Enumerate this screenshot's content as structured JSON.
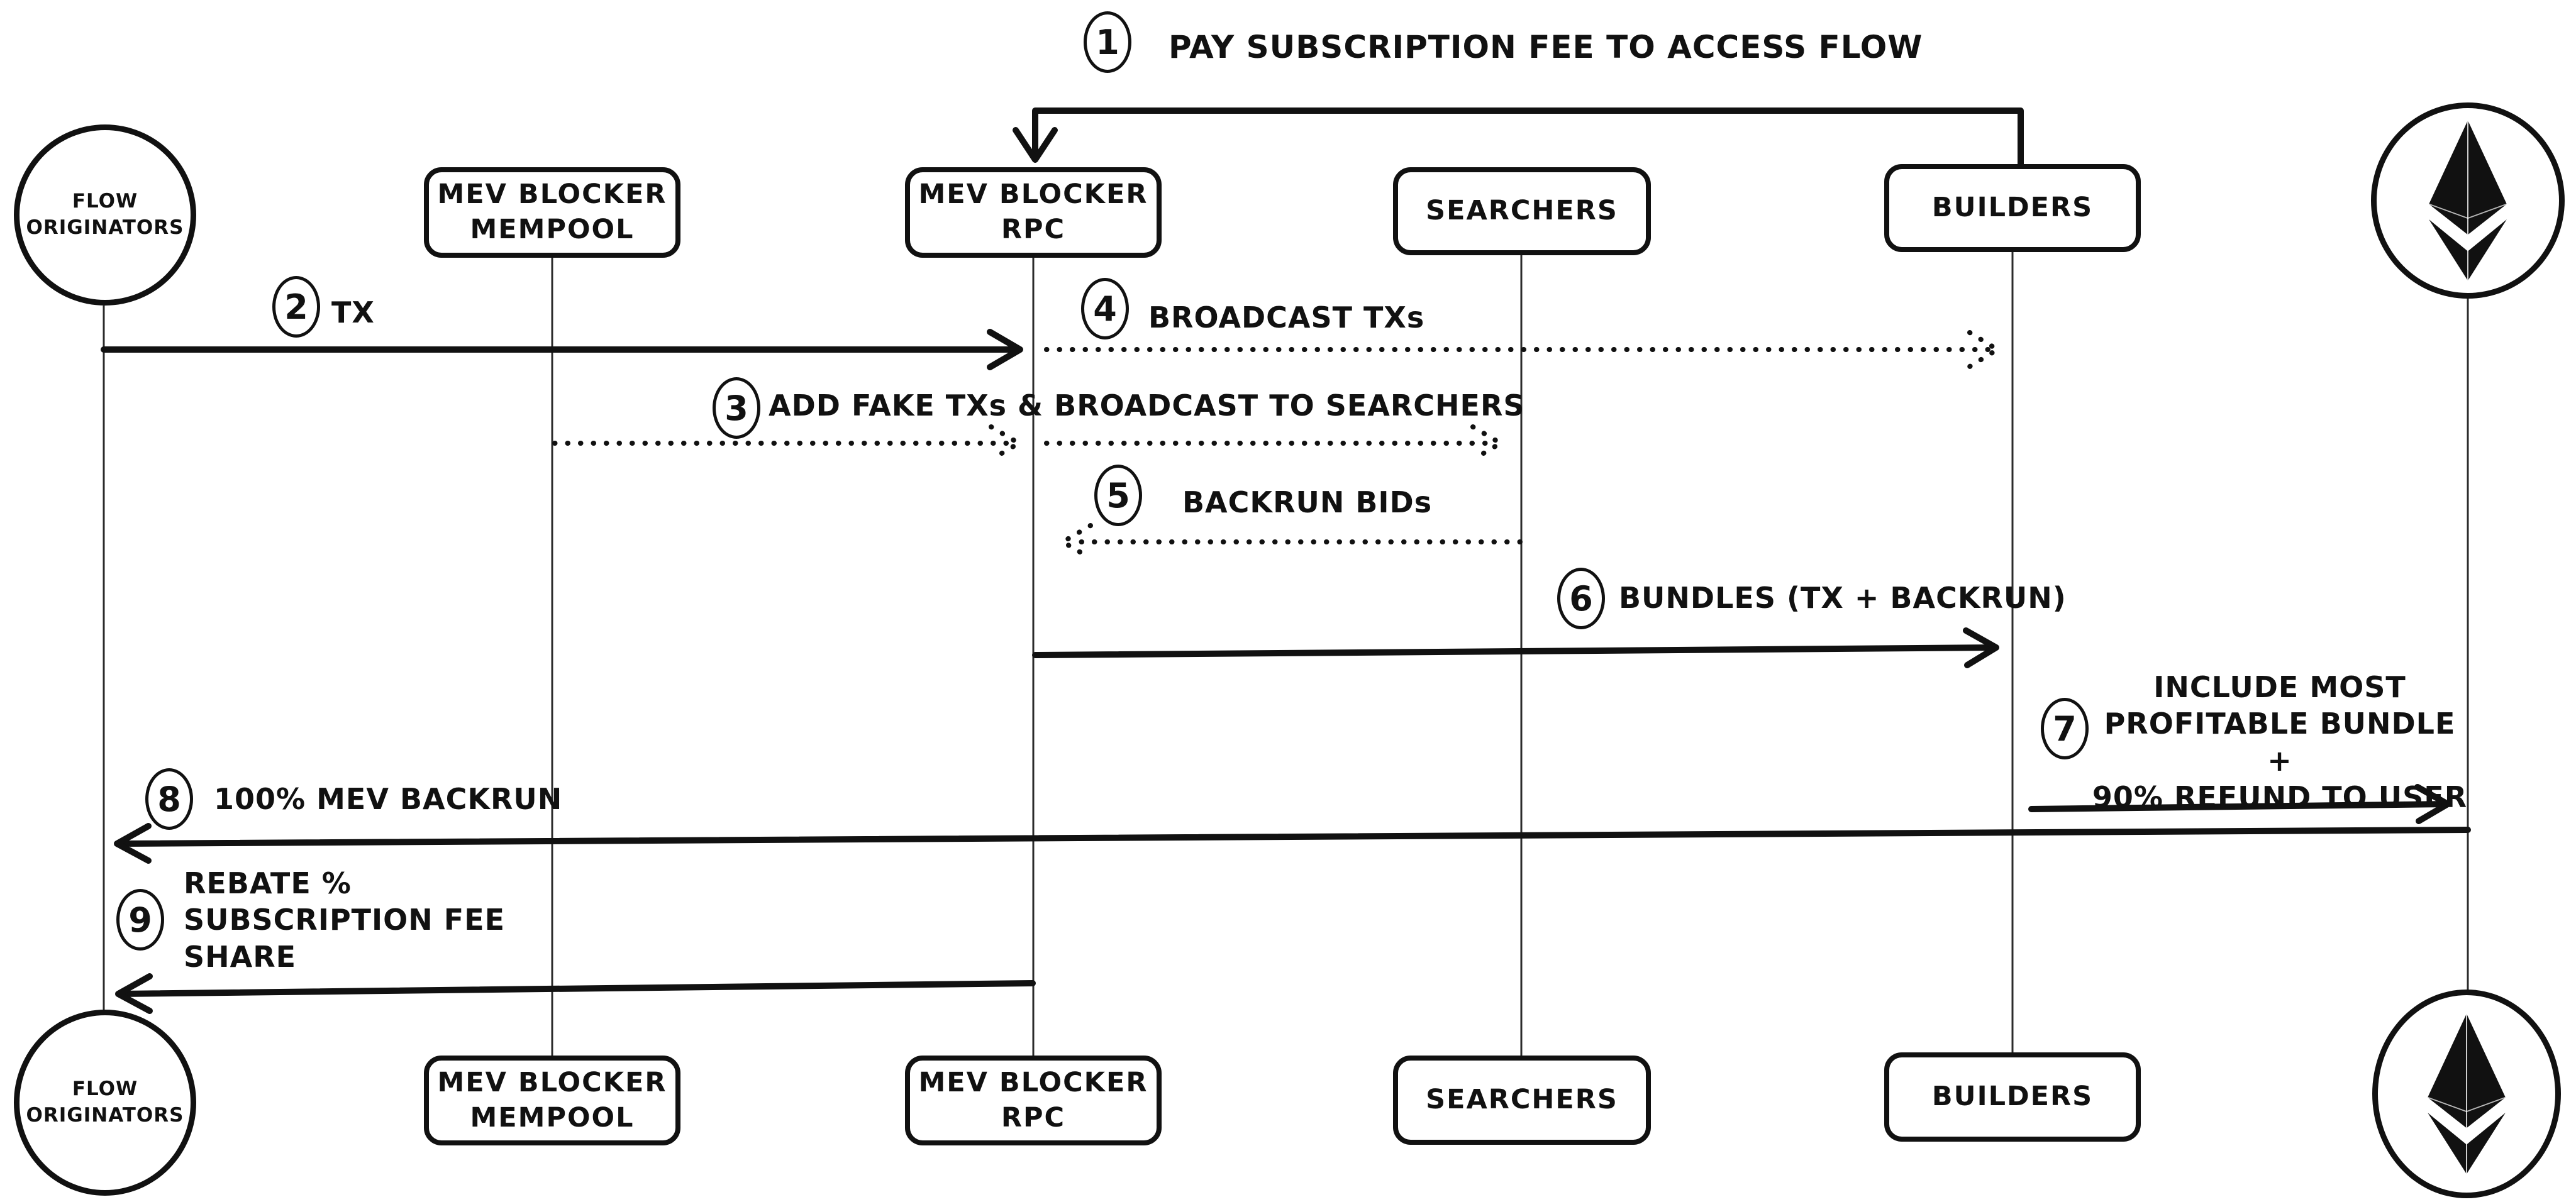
{
  "diagram": {
    "kind": "sequence-diagram",
    "subject": "MEV Blocker subscription order flow",
    "colors": {
      "ink": "#111111",
      "background": "#ffffff"
    },
    "participants": [
      {
        "id": "flow-originators",
        "lines": [
          "FLOW",
          "ORIGINATORS"
        ]
      },
      {
        "id": "mev-blocker-mempool",
        "lines": [
          "MEV BLOCKER",
          "MEMPOOL"
        ]
      },
      {
        "id": "mev-blocker-rpc",
        "lines": [
          "MEV BLOCKER",
          "RPC"
        ]
      },
      {
        "id": "searchers",
        "lines": [
          "SEARCHERS"
        ]
      },
      {
        "id": "builders",
        "lines": [
          "BUILDERS"
        ]
      },
      {
        "id": "ethereum",
        "icon": "ethereum-logo"
      }
    ],
    "steps": [
      {
        "num": "1",
        "lines": [
          "PAY SUBSCRIPTION FEE TO ACCESS FLOW"
        ],
        "from": "builders",
        "to": "mev-blocker-rpc",
        "style": "solid"
      },
      {
        "num": "2",
        "lines": [
          "TX"
        ],
        "from": "flow-originators",
        "to": "mev-blocker-rpc",
        "style": "solid"
      },
      {
        "num": "3",
        "lines": [
          "ADD FAKE TXs & BROADCAST TO SEARCHERS"
        ],
        "from": "mev-blocker-mempool",
        "to": "searchers",
        "style": "dotted"
      },
      {
        "num": "4",
        "lines": [
          "BROADCAST TXs"
        ],
        "from": "mev-blocker-rpc",
        "to": "builders",
        "style": "dotted"
      },
      {
        "num": "5",
        "lines": [
          "BACKRUN BIDs"
        ],
        "from": "searchers",
        "to": "mev-blocker-rpc",
        "style": "dotted"
      },
      {
        "num": "6",
        "lines": [
          "BUNDLES (TX + BACKRUN)"
        ],
        "from": "mev-blocker-rpc",
        "to": "builders",
        "style": "solid"
      },
      {
        "num": "7",
        "lines": [
          "INCLUDE MOST",
          "PROFITABLE BUNDLE +",
          "90% REFUND TO USER"
        ],
        "from": "builders",
        "to": "ethereum",
        "style": "solid"
      },
      {
        "num": "8",
        "lines": [
          "100% MEV BACKRUN"
        ],
        "from": "ethereum",
        "to": "flow-originators",
        "style": "solid"
      },
      {
        "num": "9",
        "lines": [
          "REBATE %",
          "SUBSCRIPTION FEE",
          "SHARE"
        ],
        "from": "mev-blocker-rpc",
        "to": "flow-originators",
        "style": "solid"
      }
    ]
  }
}
